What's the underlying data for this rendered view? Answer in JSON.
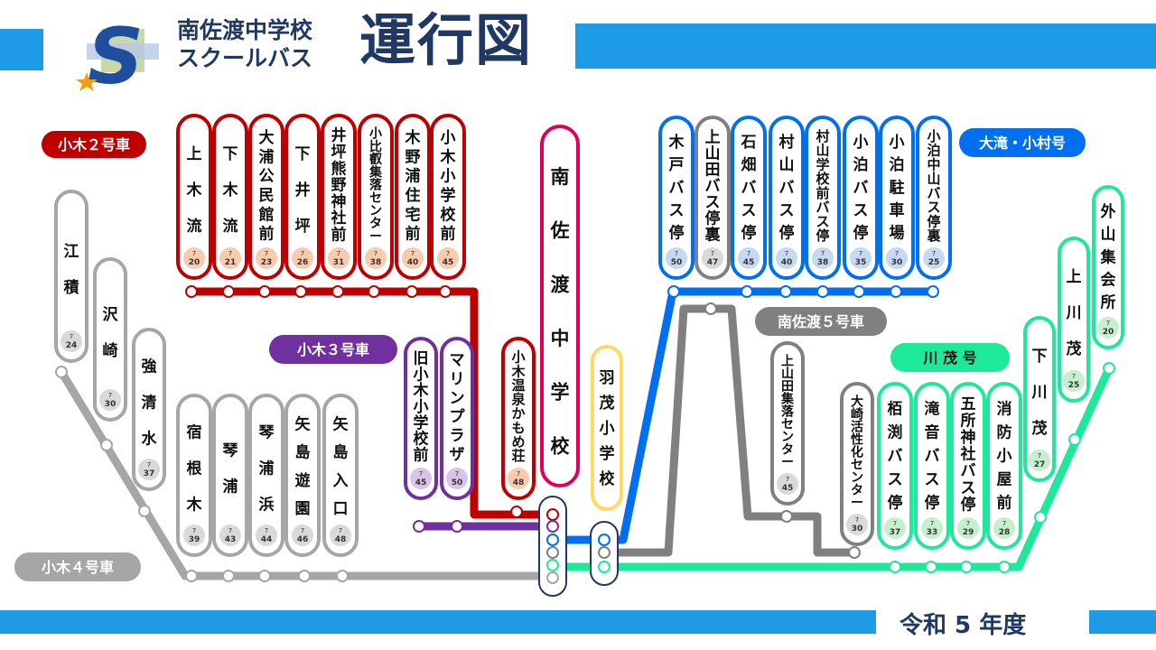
{
  "title": {
    "line1": "南佐渡中学校",
    "line2": "スクールバス",
    "main": "運行図"
  },
  "footer": "令和 5 年度",
  "logo_text": "S",
  "colors": {
    "red": "#c00000",
    "purple": "#7030a0",
    "gray": "#a6a6a6",
    "darkgray": "#808080",
    "blue": "#0070f0",
    "green": "#1ee89a",
    "yellow": "#ffd966",
    "pink": "#e0005a",
    "navy": "#1f3864",
    "header_bar": "#1e9be6"
  },
  "routes": [
    {
      "id": "r2",
      "name": "小木２号車",
      "color": "red"
    },
    {
      "id": "r3",
      "name": "小木３号車",
      "color": "purple"
    },
    {
      "id": "r4",
      "name": "小木４号車",
      "color": "gray"
    },
    {
      "id": "r5",
      "name": "南佐渡５号車",
      "color": "darkgray"
    },
    {
      "id": "rk",
      "name": "川 茂 号",
      "color": "green"
    },
    {
      "id": "ro",
      "name": "大滝・小村号",
      "color": "blue"
    }
  ],
  "school": "南佐渡中学校",
  "school2": "羽茂小学校",
  "stops": [
    {
      "route": "r2",
      "name": "上 木 流",
      "time": "7 20"
    },
    {
      "route": "r2",
      "name": "下 木 流",
      "time": "7 21"
    },
    {
      "route": "r2",
      "name": "大浦公民館前",
      "time": "7 23"
    },
    {
      "route": "r2",
      "name": "下 井 坪",
      "time": "7 26"
    },
    {
      "route": "r2",
      "name": "井坪熊野神社前",
      "time": "7 31"
    },
    {
      "route": "r2",
      "name": "小比叡集落センター",
      "time": "7 38"
    },
    {
      "route": "r2",
      "name": "木野浦住宅前",
      "time": "7 40"
    },
    {
      "route": "r2",
      "name": "小木小学校前",
      "time": "7 45"
    },
    {
      "route": "r2",
      "name": "小木温泉かもめ荘",
      "time": "7 48"
    },
    {
      "route": "r3",
      "name": "旧小木小学校前",
      "time": "7 45"
    },
    {
      "route": "r3",
      "name": "マリンプラザ",
      "time": "7 50"
    },
    {
      "route": "r4",
      "name": "江 積",
      "time": "7 24"
    },
    {
      "route": "r4",
      "name": "沢 崎",
      "time": "7 30"
    },
    {
      "route": "r4",
      "name": "強 清 水",
      "time": "7 37"
    },
    {
      "route": "r4",
      "name": "宿 根 木",
      "time": "7 39"
    },
    {
      "route": "r4",
      "name": "琴 浦",
      "time": "7 43"
    },
    {
      "route": "r4",
      "name": "琴 浦 浜",
      "time": "7 44"
    },
    {
      "route": "r4",
      "name": "矢島遊園",
      "time": "7 46"
    },
    {
      "route": "r4",
      "name": "矢島入口",
      "time": "7 48"
    },
    {
      "route": "ro",
      "name": "木戸バス停",
      "time": "7 50"
    },
    {
      "route": "r5",
      "name": "上山田バス停裏",
      "time": "7 47"
    },
    {
      "route": "ro",
      "name": "石畑バス停",
      "time": "7 45"
    },
    {
      "route": "ro",
      "name": "村山バス停",
      "time": "7 40"
    },
    {
      "route": "ro",
      "name": "村山学校前バス停",
      "time": "7 38"
    },
    {
      "route": "ro",
      "name": "小泊バス停",
      "time": "7 35"
    },
    {
      "route": "ro",
      "name": "小泊駐車場",
      "time": "7 30"
    },
    {
      "route": "ro",
      "name": "小泊中山バス停裏",
      "time": "7 25"
    },
    {
      "route": "r5",
      "name": "上山田集落センター",
      "time": "7 45"
    },
    {
      "route": "r5",
      "name": "大崎活性化センター",
      "time": "7 30"
    },
    {
      "route": "rk",
      "name": "栢渕バス停",
      "time": "7 37"
    },
    {
      "route": "rk",
      "name": "滝音バス停",
      "time": "7 33"
    },
    {
      "route": "rk",
      "name": "五所神社バス停",
      "time": "7 29"
    },
    {
      "route": "rk",
      "name": "消防小屋前",
      "time": "7 28"
    },
    {
      "route": "rk",
      "name": "下 川 茂",
      "time": "7 27"
    },
    {
      "route": "rk",
      "name": "上 川 茂",
      "time": "7 25"
    },
    {
      "route": "rk",
      "name": "外山集会所",
      "time": "7 20"
    }
  ]
}
